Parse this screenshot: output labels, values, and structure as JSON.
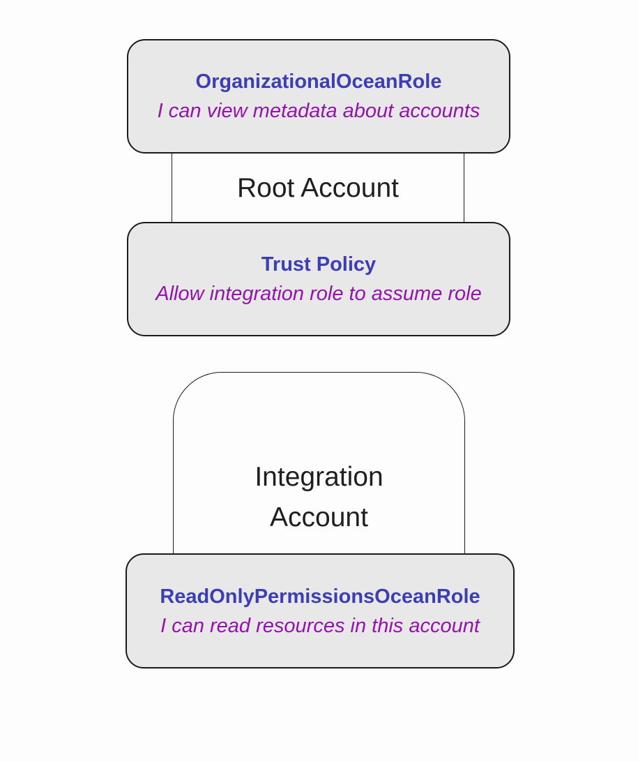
{
  "colors": {
    "background": "#fdfdfd",
    "node_fill": "#e8e8e8",
    "node_border": "#1b1b1b",
    "container_border": "#1b1b1b",
    "container_label": "#1f1f1f",
    "role_name": "#3e3eb4",
    "role_description": "#9413ac"
  },
  "diagram": {
    "type": "flowchart",
    "groups": [
      {
        "label": "Root Account",
        "nodes": [
          {
            "title": "OrganizationalOceanRole",
            "subtitle": "I can view metadata about accounts"
          },
          {
            "title": "Trust Policy",
            "subtitle": "Allow integration role to assume role"
          }
        ]
      },
      {
        "label": "Integration Account",
        "nodes": [
          {
            "title": "ReadOnlyPermissionsOceanRole",
            "subtitle": "I can read resources in this account"
          }
        ]
      }
    ]
  }
}
